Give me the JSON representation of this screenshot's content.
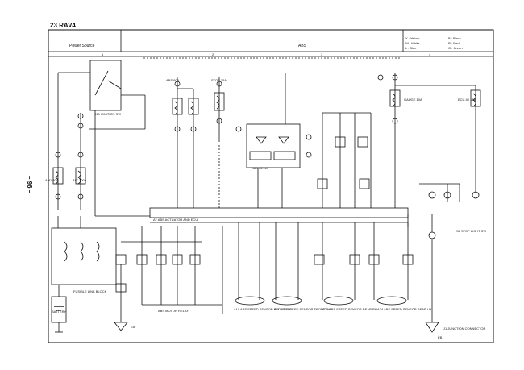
{
  "header": {
    "page_title": "23  RAV4",
    "page_number": "– 96 –"
  },
  "sections": {
    "left": "Power Source",
    "center": "ABS",
    "numbers": [
      "1",
      "2",
      "3",
      "4"
    ]
  },
  "legend": [
    "Y : Yellow",
    "W : White",
    "L : Blue",
    "B : Black",
    "R : Red",
    "G : Green"
  ],
  "components": {
    "ignition_sw": "I13 IGNITION SW",
    "battery": "BATTERY",
    "abs_ecu": "A7 ABS ACTUATOR AND ECU",
    "abs_relay": "ABS RELAY",
    "abs_motor_relay": "ABS MOTOR RELAY",
    "sol_fr": "A10 ABS SPEED SENSOR FRONT RH",
    "sol_fl": "A11 ABS SPEED SENSOR FRONT LH",
    "sol_rr": "A25 ABS SPEED SENSOR REAR RH",
    "sol_rl": "A24 ABS SPEED SENSOR REAR LH",
    "stop_sw": "S8 STOP LIGHT SW",
    "fusible_link": "FUSIBLE LINK BLOCK",
    "junction": "J1 JUNCTION CONNECTOR",
    "ground_left": "EA",
    "ground_right": "EB"
  },
  "fuses": {
    "f1": "AM1 40A",
    "f2": "ALT 100A",
    "f3": "ABS 60A",
    "f4": "STOP 15A",
    "f5": "GAUGE 10A",
    "f6": "ECU-IG 15A"
  },
  "colors": {
    "line": "#111111",
    "paper": "#ffffff"
  }
}
